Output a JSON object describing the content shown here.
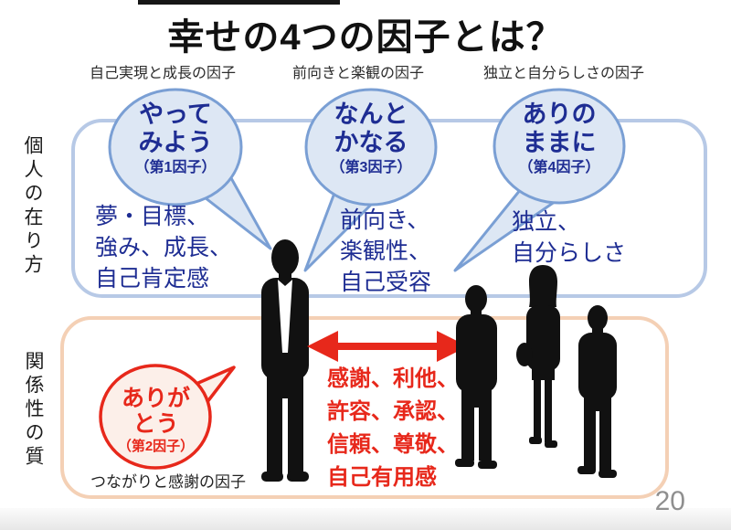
{
  "slide": {
    "title": "幸せの4つの因子とは？",
    "page_number": "20"
  },
  "sections": {
    "personal": {
      "side_label": "個人の在り方",
      "factors": [
        {
          "category": "自己実現と成長の因子",
          "bubble": {
            "line1": "やって",
            "line2": "みよう",
            "factor_label": "（第1因子）"
          },
          "keywords": {
            "line1": "夢・目標、",
            "line2": "強み、成長、",
            "line3": "自己肯定感"
          }
        },
        {
          "category": "前向きと楽観の因子",
          "bubble": {
            "line1": "なんと",
            "line2": "かなる",
            "factor_label": "（第3因子）"
          },
          "keywords": {
            "line1": "前向き、",
            "line2": "楽観性、",
            "line3": "自己受容"
          }
        },
        {
          "category": "独立と自分らしさの因子",
          "bubble": {
            "line1": "ありの",
            "line2": "ままに",
            "factor_label": "（第4因子）"
          },
          "keywords": {
            "line1": "独立、",
            "line2": "自分らしさ"
          }
        }
      ]
    },
    "relational": {
      "side_label": "関係性の質",
      "category": "つながりと感謝の因子",
      "bubble": {
        "line1": "ありが",
        "line2": "とう",
        "factor_label": "（第2因子）"
      },
      "keywords": {
        "line1": "感謝、利他、",
        "line2": "許容、承認、",
        "line3": "信頼、尊敬、",
        "line4": "自己有用感"
      }
    }
  },
  "icons": {
    "arrow": "double-headed-arrow-icon",
    "man": "businessman-silhouette-icon",
    "group": "people-group-silhouette-icon"
  },
  "colors": {
    "navy_text": "#1e2d93",
    "bubble_fill": "#dde7f4",
    "bubble_stroke": "#7a9fd4",
    "personal_box_border": "#b7c9e6",
    "relational_box_border": "#f4d0b5",
    "red_accent": "#e7281b",
    "red_bubble_fill": "#fcefe9",
    "silhouette_black": "#111111",
    "page_number_gray": "#8f8f8f"
  }
}
